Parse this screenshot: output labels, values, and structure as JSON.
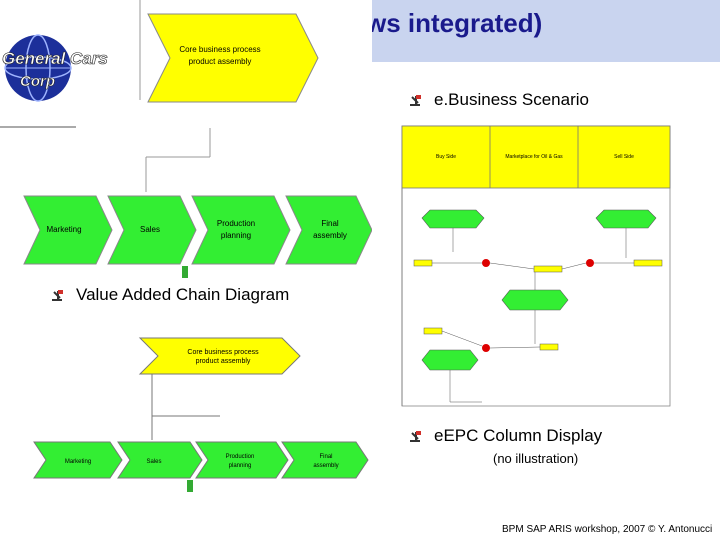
{
  "slide_title": "ws integrated)",
  "logo_text": "General Cars",
  "top_diagram": {
    "core_process": [
      "Core business process",
      "product assembly"
    ],
    "chain": [
      "Marketing",
      "Sales",
      "Production planning",
      "Final assembly"
    ]
  },
  "value_added_heading": "Value Added Chain Diagram",
  "bottom_diagram": {
    "core_process": [
      "Core business process",
      "product assembly"
    ],
    "chain": [
      "Marketing",
      "Sales",
      "Production planning",
      "Final assembly"
    ]
  },
  "ebusiness_heading": "e.Business Scenario",
  "ebusiness_columns": [
    "Buy Side",
    "Marketplace for Oil & Gas",
    "Sell Side"
  ],
  "eepc_heading": "eEPC Column Display",
  "eepc_note": "(no illustration)",
  "footer": "BPM SAP ARIS workshop, 2007 © Y. Antonucci",
  "colors": {
    "title_bg": "#c9d4ef",
    "yellow": "#ffff00",
    "green": "#33ee33",
    "title_text": "#1a1a8c"
  }
}
